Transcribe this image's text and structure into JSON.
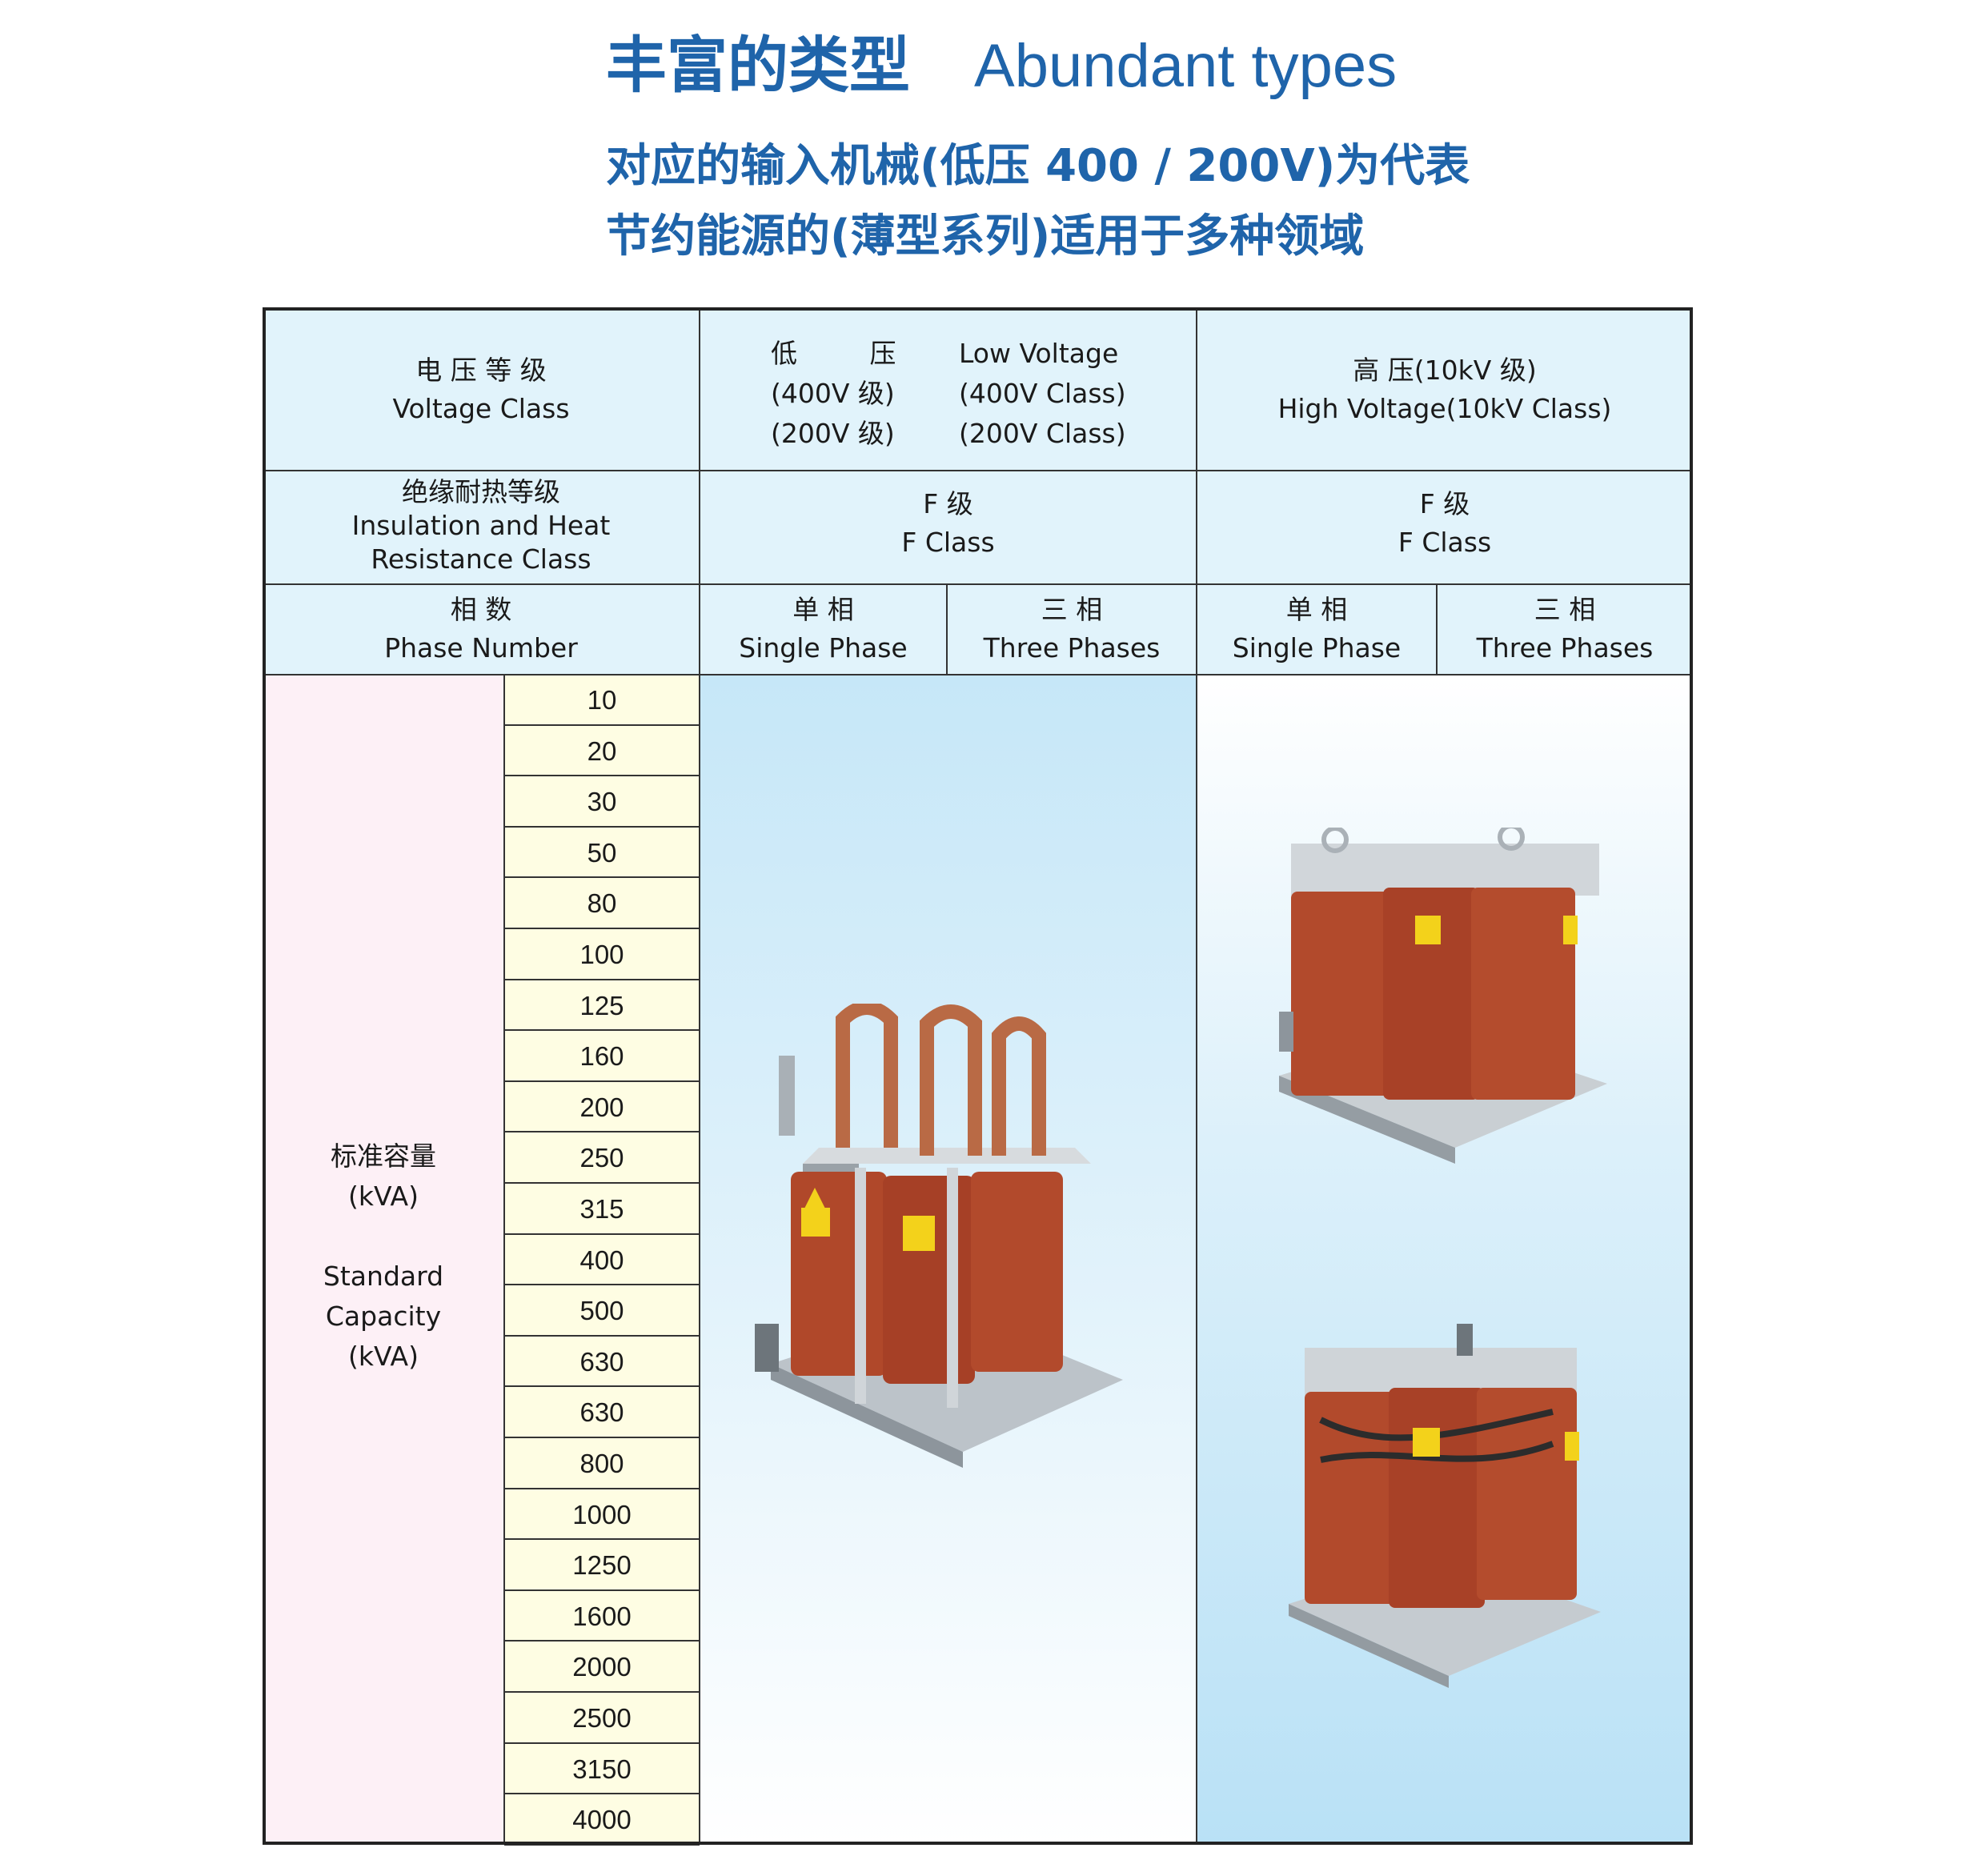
{
  "header": {
    "title_cn": "丰富的类型",
    "title_en": "Abundant types",
    "subtitle_line1": "对应的输入机械(低压 400 / 200V)为代表",
    "subtitle_line2": "节约能源的(薄型系列)适用于多种领域"
  },
  "table": {
    "voltage_class": {
      "cn": "电 压 等 级",
      "en": "Voltage Class"
    },
    "low_voltage": {
      "cn_label": "低 压",
      "cn_400": "(400V 级)",
      "cn_200": "(200V 级)",
      "en_label": "Low Voltage",
      "en_400": "(400V Class)",
      "en_200": "(200V Class)"
    },
    "high_voltage": {
      "cn": "高 压(10kV 级)",
      "en": "High Voltage(10kV Class)"
    },
    "insulation": {
      "cn": "绝缘耐热等级",
      "en_line1": "Insulation and Heat",
      "en_line2": "Resistance Class"
    },
    "low_insulation": {
      "cn": "F 级",
      "en": "F Class"
    },
    "high_insulation": {
      "cn": "F 级",
      "en": "F Class"
    },
    "phase_number": {
      "cn": "相 数",
      "en": "Phase Number"
    },
    "phases": [
      {
        "cn": "单 相",
        "en": "Single Phase"
      },
      {
        "cn": "三 相",
        "en": "Three Phases"
      },
      {
        "cn": "单 相",
        "en": "Single Phase"
      },
      {
        "cn": "三 相",
        "en": "Three Phases"
      }
    ],
    "capacity_label": {
      "cn": "标准容量",
      "cn_unit": "(kVA)",
      "en_line1": "Standard",
      "en_line2": "Capacity",
      "en_unit": "(kVA)"
    },
    "capacities": [
      "10",
      "20",
      "30",
      "50",
      "80",
      "100",
      "125",
      "160",
      "200",
      "250",
      "315",
      "400",
      "500",
      "630",
      "630",
      "800",
      "1000",
      "1250",
      "1600",
      "2000",
      "2500",
      "3150",
      "4000"
    ]
  },
  "colors": {
    "title_blue": "#1f64aa",
    "header_bg": "#e1f3fb",
    "capacity_label_bg": "#fdf0f6",
    "capacity_value_bg": "#fefde3",
    "image_panel_gradient_top": "#cdeaf8",
    "transformer_coil": "#b0482a"
  }
}
